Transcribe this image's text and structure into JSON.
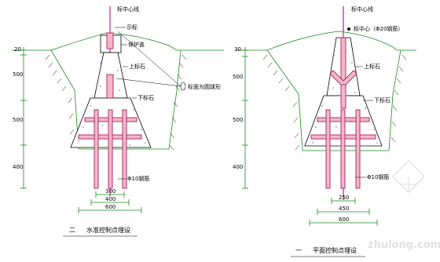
{
  "left": {
    "center_line": "标中心线",
    "marker_label": "示标",
    "cover_label": "保护盖",
    "upper_stone": "上标石",
    "lower_stone": "下标石",
    "round_top": "标面为圆球形",
    "rebar": "Φ10钢筋",
    "depth_top": "20",
    "depth_1": "500",
    "depth_2": "500",
    "depth_3": "400",
    "width_1": "300",
    "width_2": "400",
    "width_3": "600",
    "caption_num": "二",
    "caption": "水准控制点埋设"
  },
  "right": {
    "center_line": "标中心线",
    "center_note": "标中心（Φ20钢筋）",
    "upper_stone": "上标石",
    "lower_stone": "下标石",
    "rebar": "Φ10钢筋",
    "depth_top": "30",
    "depth_1": "500",
    "depth_2": "500",
    "depth_3": "400",
    "width_1": "250",
    "width_2": "450",
    "width_3": "600",
    "caption_num": "一",
    "caption": "平面控制点埋设"
  },
  "watermark": "zhulong.com"
}
